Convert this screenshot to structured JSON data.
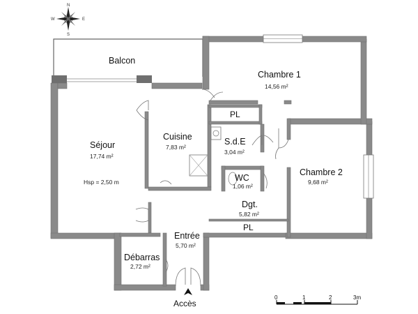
{
  "rooms": {
    "balcon": {
      "name": "Balcon"
    },
    "chambre1": {
      "name": "Chambre 1",
      "area": "14,56 m²"
    },
    "sejour": {
      "name": "Séjour",
      "area": "17,74 m²",
      "note": "Hsp = 2,50 m"
    },
    "cuisine": {
      "name": "Cuisine",
      "area": "7,83 m²"
    },
    "sde": {
      "name": "S.d.E",
      "area": "3,04 m²"
    },
    "wc": {
      "name": "WC",
      "area": "1,06 m²"
    },
    "chambre2": {
      "name": "Chambre 2",
      "area": "9,68 m²"
    },
    "dgt": {
      "name": "Dgt.",
      "area": "5,82 m²"
    },
    "entree": {
      "name": "Entrée",
      "area": "5,70 m²"
    },
    "debarras": {
      "name": "Débarras",
      "area": "2,72 m²"
    }
  },
  "closets": {
    "pl_top": "PL",
    "pl_bottom": "PL"
  },
  "access": {
    "label": "Accès"
  },
  "compass": {
    "n": "N",
    "s": "S",
    "e": "E",
    "w": "W"
  },
  "scale": {
    "ticks": [
      "0",
      "1",
      "2",
      "3m"
    ]
  }
}
